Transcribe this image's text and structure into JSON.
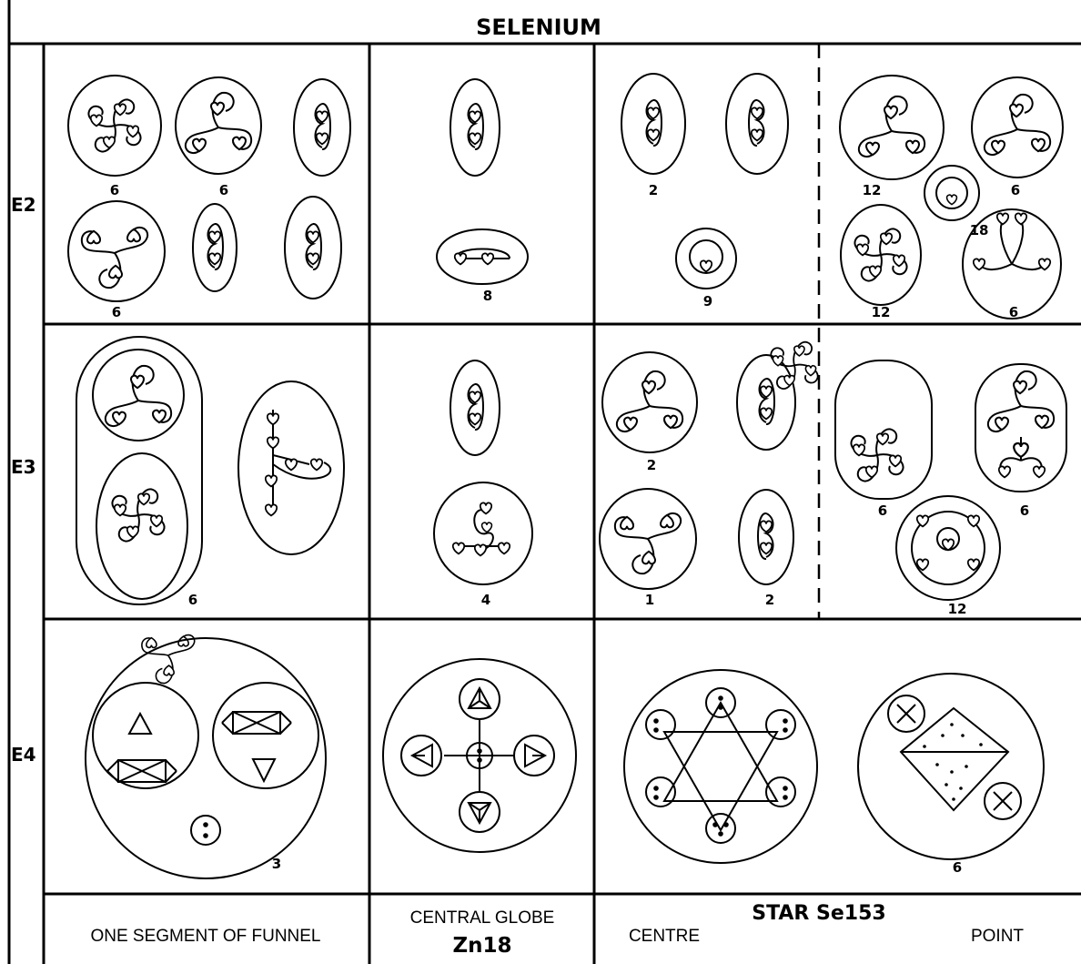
{
  "title": "SELENIUM",
  "row_labels": [
    "E2",
    "E3",
    "E4"
  ],
  "counts": {
    "e2_funnel": [
      "6",
      "6",
      "6"
    ],
    "e2_globe": "8",
    "e2_centre": [
      "2",
      "9"
    ],
    "e2_point": [
      "12",
      "6",
      "18",
      "12",
      "6"
    ],
    "e3_funnel": "6",
    "e3_globe": "4",
    "e3_centre": [
      "2",
      "1",
      "2"
    ],
    "e3_point": [
      "6",
      "6",
      "12"
    ],
    "e4": [
      "3",
      "6"
    ]
  },
  "footer": {
    "funnel": "ONE SEGMENT OF FUNNEL",
    "globe_line1": "CENTRAL GLOBE",
    "globe_line2": "Zn18",
    "star": "STAR Se153",
    "centre": "CENTRE",
    "point": "POINT"
  },
  "colors": {
    "ink": "#000000",
    "paper": "#ffffff"
  }
}
